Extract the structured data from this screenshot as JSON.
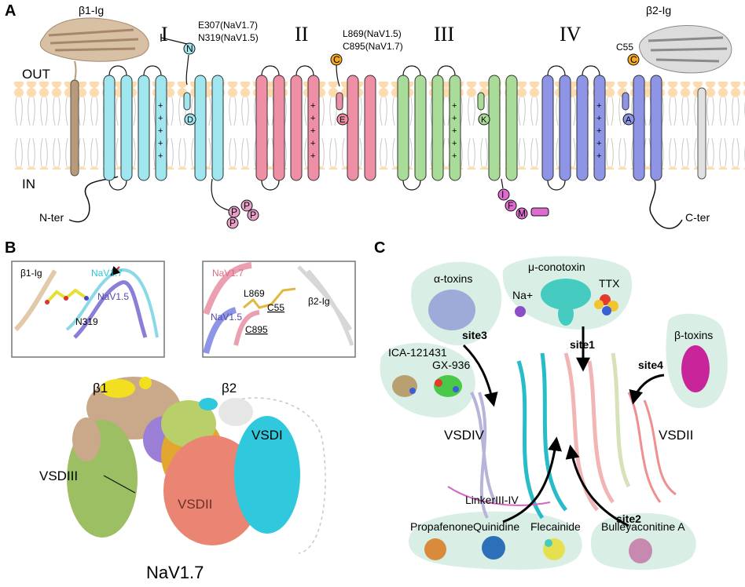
{
  "panel_a": {
    "letter": "A",
    "domains": [
      "I",
      "II",
      "III",
      "IV"
    ],
    "out_label": "OUT",
    "in_label": "IN",
    "nter_label": "N-ter",
    "cter_label": "C-ter",
    "beta1_label": "β1-Ig",
    "beta2_label": "β2-Ig",
    "site_i_line1": "E307(NaV1.7)",
    "site_i_line2": "N319(NaV1.5)",
    "site_ii_line1": "L869(NaV1.5)",
    "site_ii_line2": "C895(NaV1.7)",
    "c55_label": "C55",
    "filter_letters": [
      "D",
      "E",
      "K",
      "A"
    ],
    "n_marker": "N",
    "c_marker": "C",
    "p_marker": "P",
    "ifm": [
      "I",
      "F",
      "M"
    ],
    "plus": "+",
    "colors": {
      "d1": "#9fe6ef",
      "d2": "#ef8fa6",
      "d3": "#a9dc98",
      "d4": "#8e95e6",
      "beta1": "#b89a7a",
      "beta2": "#d8d8d8",
      "orange": "#f5a623",
      "pink": "#e8a0c8"
    }
  },
  "panel_b": {
    "letter": "B",
    "inset1": {
      "beta1": "β1-Ig",
      "nav17": "NaV1.7",
      "nav15": "NaV1.5",
      "n319": "N319"
    },
    "inset2": {
      "nav17": "NaV1.7",
      "nav15": "NaV1.5",
      "beta2": "β2-Ig",
      "l869": "L869",
      "c895": "C895",
      "c55": "C55"
    },
    "map": {
      "beta1": "β1",
      "beta2": "β2",
      "vsd1": "VSDI",
      "vsd3": "VSDIII",
      "vsd2": "VSDII",
      "title": "NaV1.7"
    }
  },
  "panel_c": {
    "letter": "C",
    "alpha_toxins": "α-toxins",
    "mu_conotoxin": "μ-conotoxin",
    "na": "Na+",
    "ttx": "TTX",
    "beta_toxins": "β-toxins",
    "ica": "ICA-121431",
    "gx": "GX-936",
    "site1": "site1",
    "site2": "site2",
    "site3": "site3",
    "site4": "site4",
    "vsd4": "VSDIV",
    "vsd2": "VSDII",
    "linker": "LinkerIII-IV",
    "propafenone": "Propafenone",
    "quinidine": "Quinidine",
    "flecainide": "Flecainide",
    "bulleyaconitine": "Bulleyaconitine A"
  }
}
